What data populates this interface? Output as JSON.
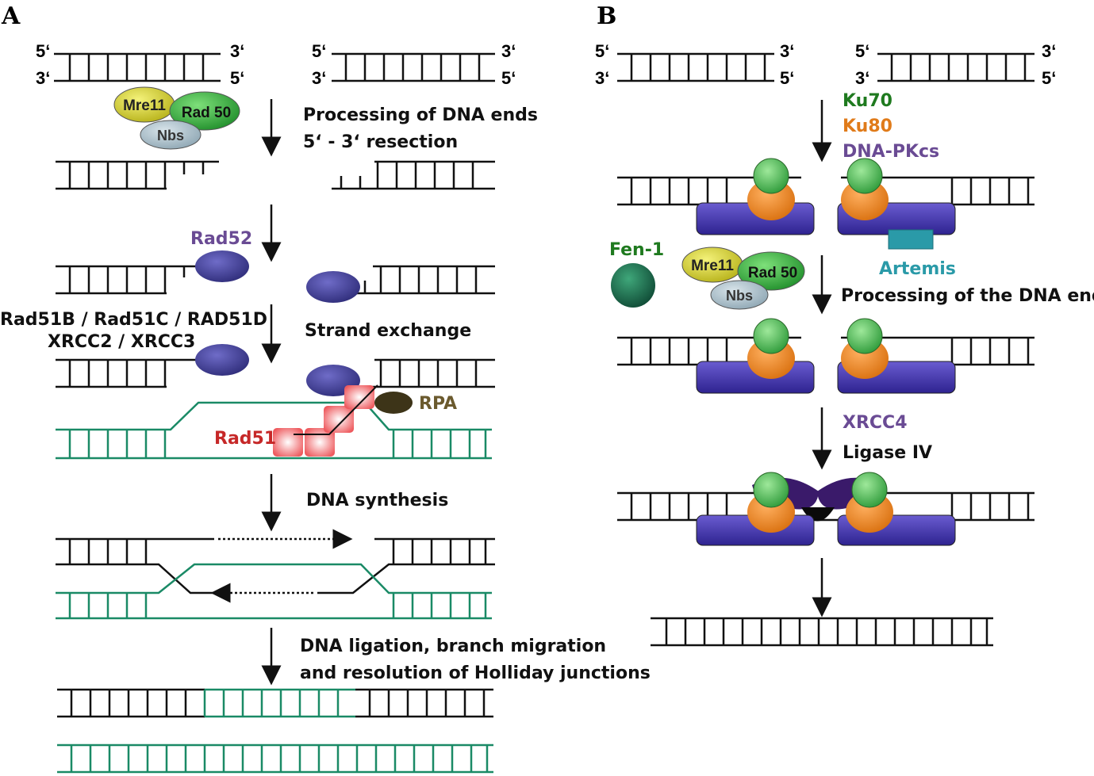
{
  "panels": {
    "a": "A",
    "b": "B"
  },
  "ends": {
    "five": "5‘",
    "three": "3‘"
  },
  "panel_a": {
    "step1": "Processing of DNA ends",
    "step1b": "5‘ - 3‘ resection",
    "rad52": "Rad52",
    "paralogs1": "Rad51B / Rad51C / RAD51D",
    "paralogs2": "XRCC2 / XRCC3",
    "strand_exchange": "Strand exchange",
    "rpa": "RPA",
    "rad51": "Rad51",
    "dna_synthesis": "DNA synthesis",
    "ligation1": "DNA ligation, branch migration",
    "ligation2": "and resolution of Holliday junctions"
  },
  "panel_b": {
    "ku70": "Ku70",
    "ku80": "Ku80",
    "dnapkcs": "DNA-PKcs",
    "fen1": "Fen-1",
    "artemis": "Artemis",
    "processing": "Processing of the DNA ends",
    "xrcc4": "XRCC4",
    "ligase": "Ligase IV"
  },
  "mrn": {
    "mre11": "Mre11",
    "rad50": "Rad 50",
    "nbs": "Nbs"
  },
  "colors": {
    "green_strand": "#1a8a66",
    "rad52": "#3d3a8c",
    "rad51": "#e9494d",
    "purple_label": "#6a4b94",
    "red_label": "#c62828",
    "rpa": "#6b5a2e",
    "ku70": "#1f7a1f",
    "ku80": "#e07b1a",
    "artemis": "#2a9aa8",
    "dnapkcs_bar": "#4a3aa0"
  }
}
